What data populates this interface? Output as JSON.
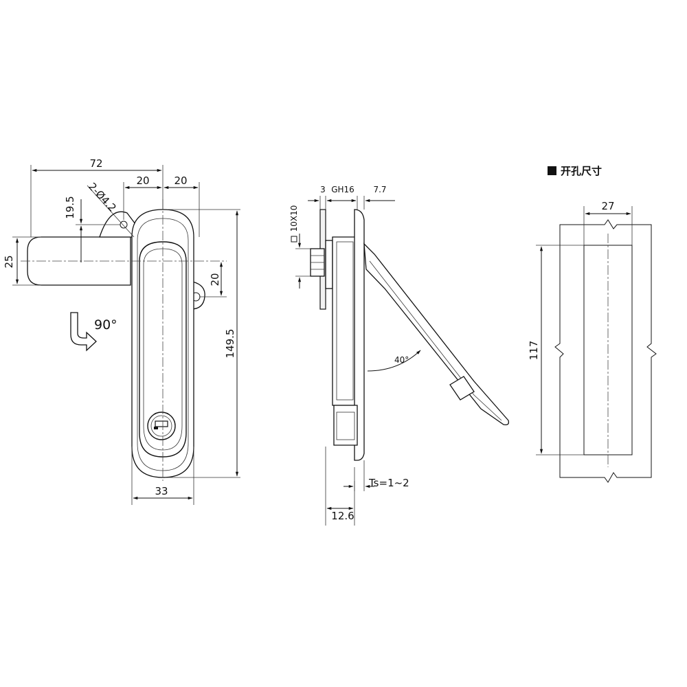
{
  "front_view": {
    "dim_overall_width": "72",
    "dim_left_half": "20",
    "dim_right_half": "20",
    "dim_hole_spacing": "19.5",
    "dim_holes": "2-Ø4.2",
    "dim_arm_height": "25",
    "dim_lug_offset": "20",
    "dim_total_height": "149.5",
    "dim_body_width": "33",
    "rotation_label": "90°"
  },
  "side_view": {
    "dim_gasket": "3",
    "dim_thread": "GH16",
    "dim_offset": "7.7",
    "dim_square": "10X10",
    "dim_angle": "40°",
    "dim_thickness": "Ts=1~2",
    "dim_depth": "12.6"
  },
  "cutout_view": {
    "title": "开孔尺寸",
    "dim_width": "27",
    "dim_height": "117"
  }
}
